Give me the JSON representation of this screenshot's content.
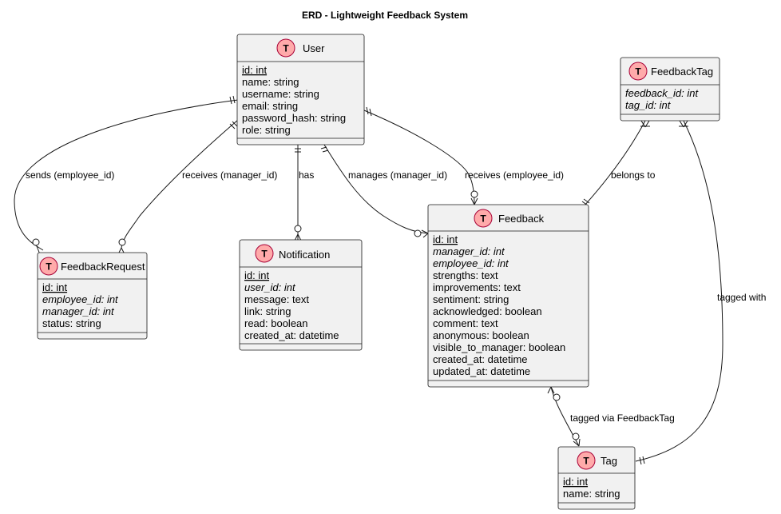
{
  "diagram": {
    "title": "ERD - Lightweight Feedback System",
    "entities": {
      "user": {
        "name": "User",
        "badge": "T",
        "fields": [
          {
            "text": "id: int",
            "style": "pk"
          },
          {
            "text": "name: string"
          },
          {
            "text": "username: string"
          },
          {
            "text": "email: string"
          },
          {
            "text": "password_hash: string"
          },
          {
            "text": "role: string"
          }
        ]
      },
      "feedback_tag": {
        "name": "FeedbackTag",
        "badge": "T",
        "fields": [
          {
            "text": "feedback_id: int",
            "style": "fk"
          },
          {
            "text": "tag_id: int",
            "style": "fk"
          }
        ]
      },
      "feedback_request": {
        "name": "FeedbackRequest",
        "badge": "T",
        "fields": [
          {
            "text": "id: int",
            "style": "pk"
          },
          {
            "text": "employee_id: int",
            "style": "fk"
          },
          {
            "text": "manager_id: int",
            "style": "fk"
          },
          {
            "text": "status: string"
          }
        ]
      },
      "notification": {
        "name": "Notification",
        "badge": "T",
        "fields": [
          {
            "text": "id: int",
            "style": "pk"
          },
          {
            "text": "user_id: int",
            "style": "fk"
          },
          {
            "text": "message: text"
          },
          {
            "text": "link: string"
          },
          {
            "text": "read: boolean"
          },
          {
            "text": "created_at: datetime"
          }
        ]
      },
      "feedback": {
        "name": "Feedback",
        "badge": "T",
        "fields": [
          {
            "text": "id: int",
            "style": "pk"
          },
          {
            "text": "manager_id: int",
            "style": "fk"
          },
          {
            "text": "employee_id: int",
            "style": "fk"
          },
          {
            "text": "strengths: text"
          },
          {
            "text": "improvements: text"
          },
          {
            "text": "sentiment: string"
          },
          {
            "text": "acknowledged: boolean"
          },
          {
            "text": "comment: text"
          },
          {
            "text": "anonymous: boolean"
          },
          {
            "text": "visible_to_manager: boolean"
          },
          {
            "text": "created_at: datetime"
          },
          {
            "text": "updated_at: datetime"
          }
        ]
      },
      "tag": {
        "name": "Tag",
        "badge": "T",
        "fields": [
          {
            "text": "id: int",
            "style": "pk"
          },
          {
            "text": "name: string"
          }
        ]
      }
    },
    "relationships": [
      {
        "label": "sends (employee_id)",
        "from": "User",
        "to": "FeedbackRequest"
      },
      {
        "label": "receives (manager_id)",
        "from": "User",
        "to": "FeedbackRequest"
      },
      {
        "label": "has",
        "from": "User",
        "to": "Notification"
      },
      {
        "label": "manages (manager_id)",
        "from": "User",
        "to": "Feedback"
      },
      {
        "label": "receives (employee_id)",
        "from": "User",
        "to": "Feedback"
      },
      {
        "label": "belongs to",
        "from": "FeedbackTag",
        "to": "Feedback"
      },
      {
        "label": "tagged with",
        "from": "FeedbackTag",
        "to": "Tag"
      },
      {
        "label": "tagged via FeedbackTag",
        "from": "Feedback",
        "to": "Tag"
      }
    ]
  }
}
